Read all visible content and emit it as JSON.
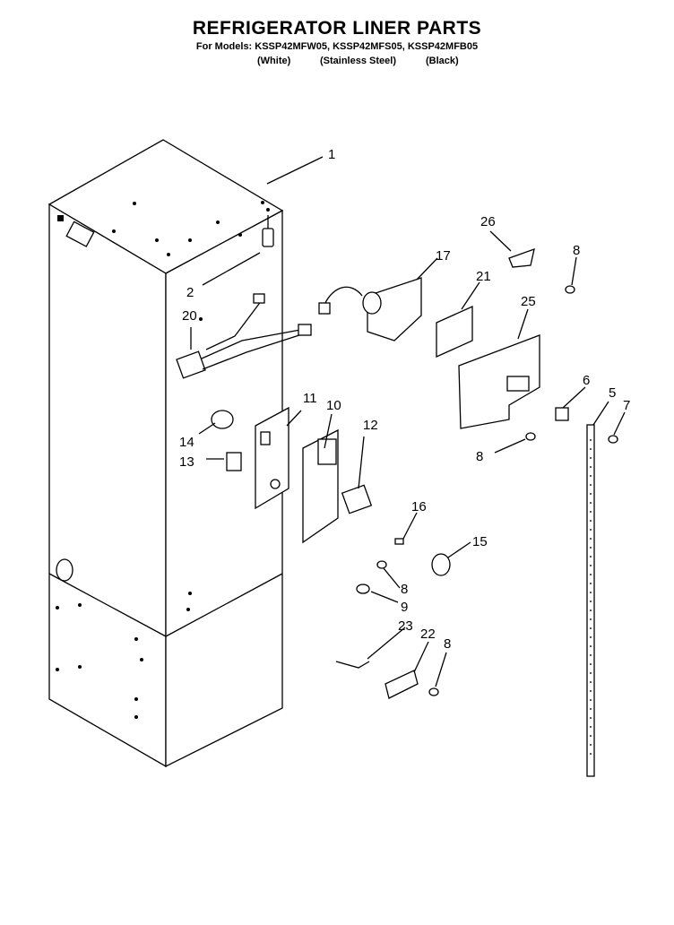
{
  "header": {
    "title": "REFRIGERATOR LINER PARTS",
    "models_line": "For Models: KSSP42MFW05, KSSP42MFS05, KSSP42MFB05",
    "variants": [
      "(White)",
      "(Stainless Steel)",
      "(Black)"
    ]
  },
  "callouts": {
    "c1": "1",
    "c2": "2",
    "c5": "5",
    "c6": "6",
    "c7": "7",
    "c8a": "8",
    "c8b": "8",
    "c8c": "8",
    "c8d": "8",
    "c9": "9",
    "c10": "10",
    "c11": "11",
    "c12": "12",
    "c13": "13",
    "c14": "14",
    "c15": "15",
    "c16": "16",
    "c17": "17",
    "c20": "20",
    "c21": "21",
    "c22": "22",
    "c23": "23",
    "c25": "25",
    "c26": "26"
  }
}
